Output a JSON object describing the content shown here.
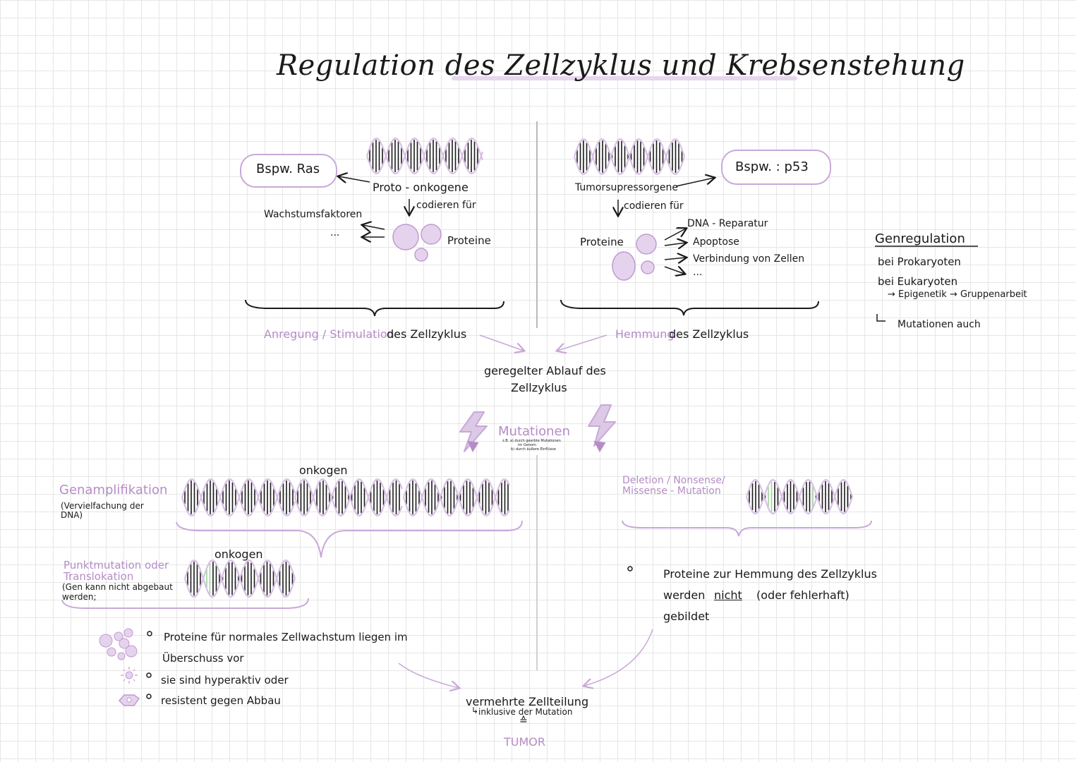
{
  "title": "Regulation des Zellzyklus und Krebsenstehung",
  "colors": {
    "accent": "#b58cc7",
    "accent_light": "#d8c0e4",
    "ink": "#1a1a1a",
    "green": "#9fd39a"
  },
  "left": {
    "example": "Bspw. Ras",
    "gene": "Proto - onkogene",
    "codes": "codieren für",
    "growth": "Wachstumsfaktoren",
    "dots": "...",
    "proteins": "Proteine",
    "result_a": "Anregung / Stimulation",
    "result_b": "des Zellzyklus"
  },
  "right": {
    "example": "Bspw. :  p53",
    "gene": "Tumorsupressorgene",
    "codes": "codieren für",
    "proteins": "Proteine",
    "items": [
      "DNA - Reparatur",
      "Apoptose",
      "Verbindung von Zellen",
      "..."
    ],
    "result_a": "Hemmung",
    "result_b": "des Zellzyklus"
  },
  "center": {
    "regulated_1": "geregelter Ablauf des",
    "regulated_2": "Zellzyklus",
    "mutations": "Mutationen",
    "mut_note_1": "z.B. a) durch geerbte Mutationen",
    "mut_note_2": "im Genom",
    "mut_note_3": "b) durch äußere Einflüsse",
    "result": "vermehrte Zellteilung",
    "result_note": "inklusive der Mutation",
    "equals": "≙",
    "tumor": "TUMOR"
  },
  "side": {
    "heading": "Genregulation",
    "line1": "bei Prokaryoten",
    "line2": "bei Eukaryoten",
    "line3": "→  Epigenetik  → Gruppenarbeit",
    "line4": "Mutationen auch"
  },
  "bottom_left": {
    "amp_title": "Genamplifikation",
    "amp_note_1": "(Vervielfachung der",
    "amp_note_2": "DNA)",
    "oncogene_1": "onkogen",
    "point_title_1": "Punktmutation oder",
    "point_title_2": "Translokation",
    "point_note_1": "(Gen kann nicht abgebaut",
    "point_note_2": "werden;",
    "oncogene_2": "onkogen",
    "bullet1_a": "Proteine für normales Zellwachstum liegen im",
    "bullet1_b": "Überschuss vor",
    "bullet2": "sie sind hyperaktiv oder",
    "bullet3": "resistent gegen Abbau"
  },
  "bottom_right": {
    "title_1": "Deletion / Nonsense/",
    "title_2": "Missense - Mutation",
    "text_1": "Proteine zur Hemmung des Zellzyklus",
    "text_2a": "werden",
    "text_2b": "nicht",
    "text_2c": "(oder fehlerhaft)",
    "text_3": "gebildet"
  }
}
